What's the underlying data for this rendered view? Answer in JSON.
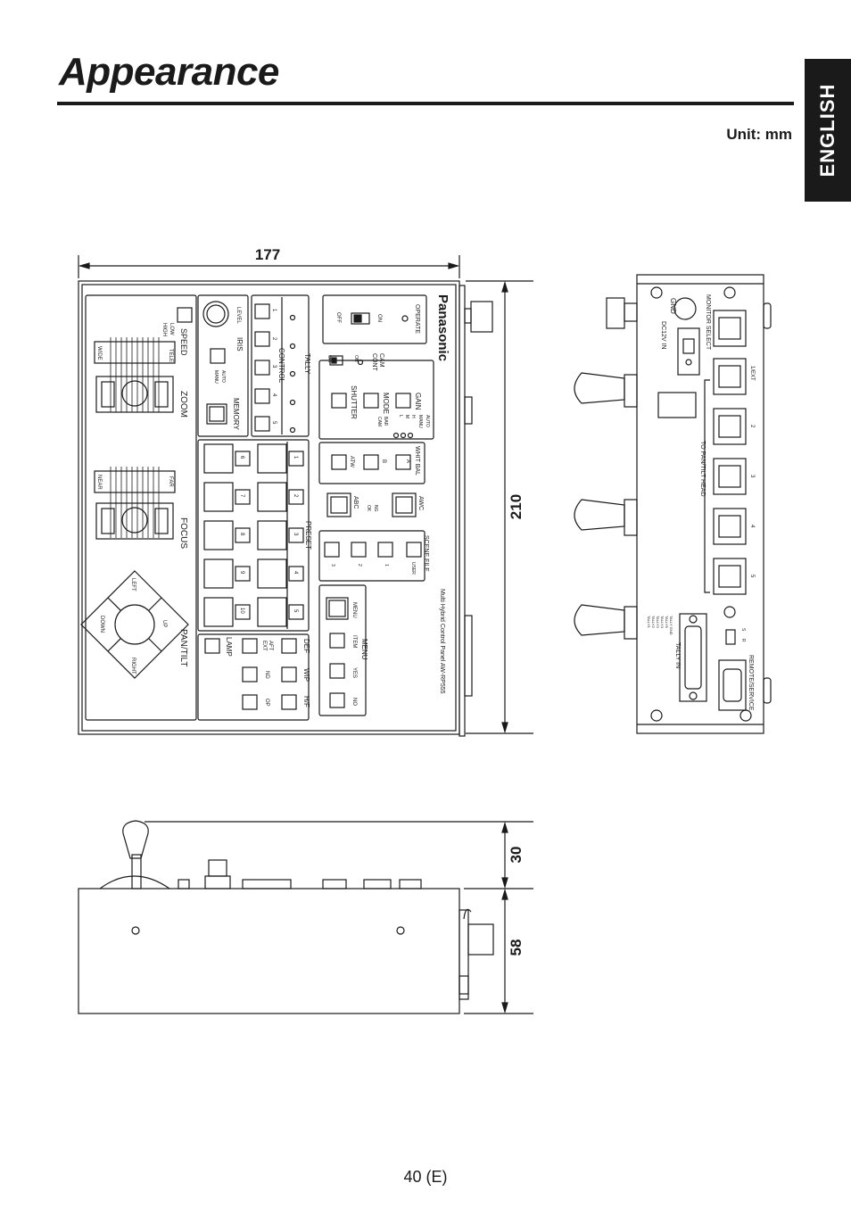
{
  "page": {
    "title": "Appearance",
    "lang_tab": "ENGLISH",
    "unit": "Unit: mm",
    "page_number": "40 (E)"
  },
  "dimensions": {
    "width": "177",
    "depth": "210",
    "height_lever": "30",
    "height_body": "58"
  },
  "front_panel": {
    "brand": "Panasonic",
    "model": "Multi Hybrid Control Panel AW-RP555",
    "operate": {
      "label": "OPERATE",
      "on": "ON",
      "off": "OFF"
    },
    "speed": {
      "label": "SPEED",
      "low": "LOW",
      "high": "HIGH"
    },
    "zoom": {
      "label": "ZOOM",
      "wide": "WIDE",
      "tele": "TELE"
    },
    "focus": {
      "label": "FOCUS",
      "near": "NEAR",
      "far": "FAR"
    },
    "pantilt": {
      "label": "PAN/TILT",
      "left": "LEFT",
      "right": "RIGHT",
      "up": "UP",
      "down": "DOWN"
    },
    "iris": {
      "label": "IRIS",
      "level": "LEVEL",
      "auto": "AUTO",
      "manu": "MANU"
    },
    "memory": "MEMORY",
    "control": "CONTROL",
    "tally": "TALLY",
    "control_numbers": [
      "1",
      "2",
      "3",
      "4",
      "5"
    ],
    "cam_cont": {
      "label1": "CAM",
      "label2": "CONT",
      "on": "ON",
      "off": "OFF"
    },
    "gain": {
      "label": "GAIN",
      "auto": "AUTO",
      "manu": "MANU"
    },
    "mode": {
      "label": "MODE",
      "bar": "BAR",
      "cam": "CAM",
      "h": "H",
      "m": "M",
      "l": "L"
    },
    "shutter": "SHUTTER",
    "white_bal": {
      "label": "WHIT BAL",
      "atw": "ATW",
      "b": "B",
      "a": "A"
    },
    "awc": "AWC",
    "abc": "ABC",
    "ng": "NG",
    "ok": "OK",
    "preset": "PRESET",
    "preset_numbers": [
      "1",
      "2",
      "3",
      "4",
      "5",
      "6",
      "7",
      "8",
      "9",
      "10"
    ],
    "scene_file": {
      "label": "SCENE FILE",
      "user": "USER",
      "items": [
        "1",
        "2",
        "3"
      ]
    },
    "menu": {
      "label": "MENU",
      "menu": "MENU",
      "item": "ITEM",
      "yes": "YES",
      "no": "NO"
    },
    "lamp": "LAMP",
    "def": "DEF",
    "wip": "WIP",
    "hf": "H/F",
    "aft": "AFT",
    "ext": "EXT",
    "nd": "ND",
    "op": "OP"
  },
  "rear_panel": {
    "gnd": "GND",
    "dc12v": "DC12V IN",
    "monitor_select": "MONITOR SELECT",
    "to_pantilt_head": "TO PAN/TILT HEAD",
    "ports": [
      "1/EXT",
      "2",
      "3",
      "4",
      "5"
    ],
    "tally_in": "TALLY IN",
    "tally_pins": [
      "TALLY1",
      "TALLY2",
      "TALLY3",
      "TALLY4",
      "TALLY5",
      "TALLY GND"
    ],
    "remote_service": "REMOTE/SERVICE",
    "switch_r": "R",
    "switch_s": "S"
  }
}
